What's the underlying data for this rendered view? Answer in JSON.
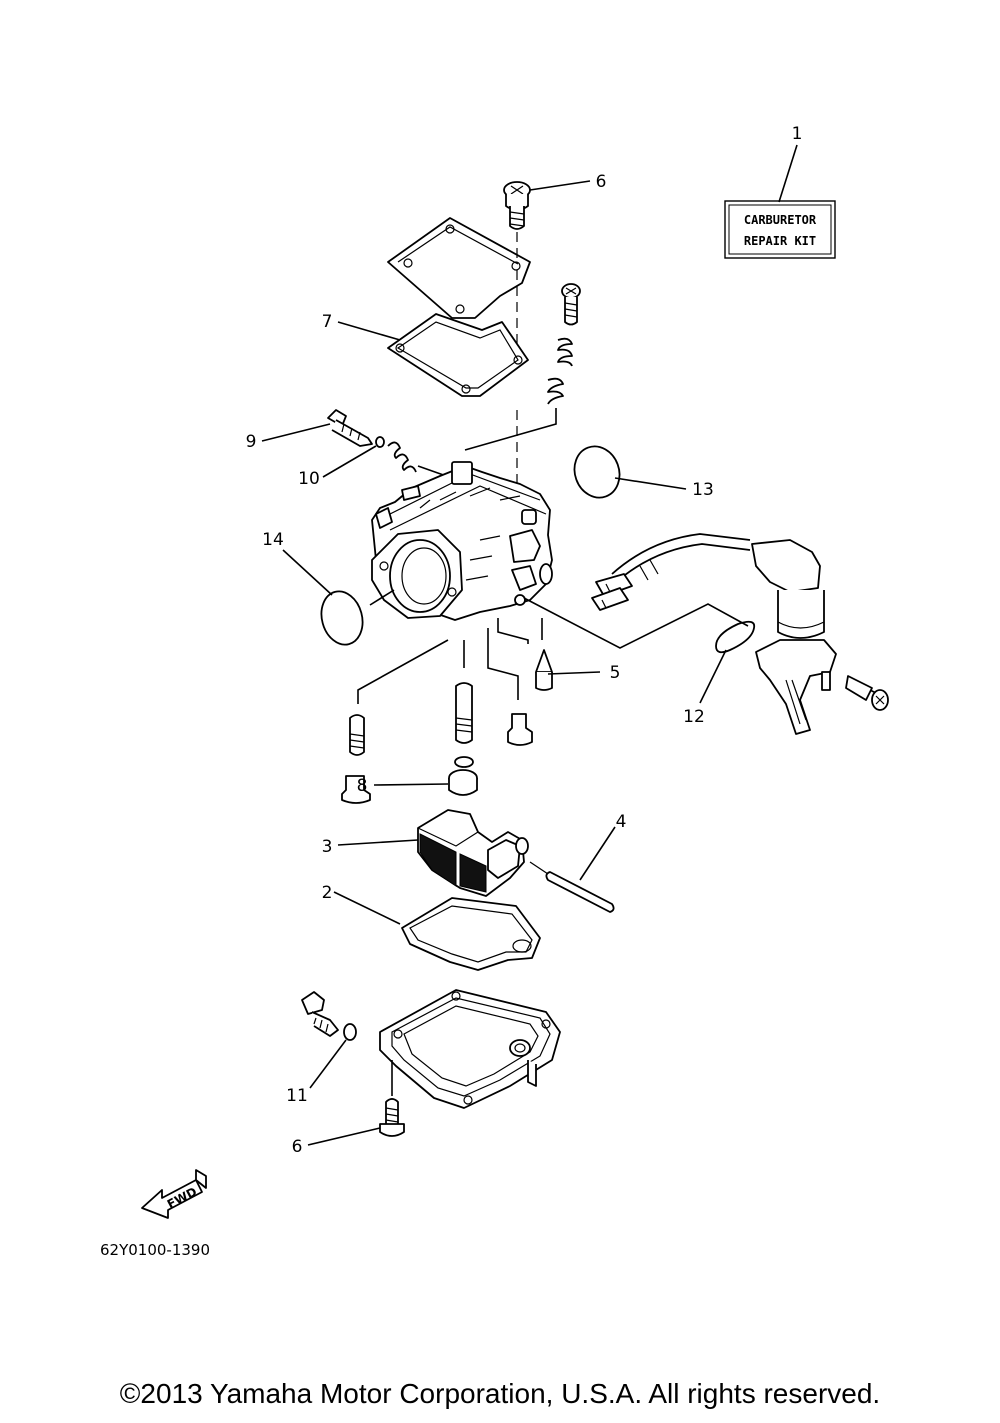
{
  "kit_label": {
    "line1": "CARBURETOR",
    "line2": "REPAIR KIT"
  },
  "callouts": [
    {
      "ref": "1"
    },
    {
      "ref": "6"
    },
    {
      "ref": "7"
    },
    {
      "ref": "9"
    },
    {
      "ref": "10"
    },
    {
      "ref": "13"
    },
    {
      "ref": "14"
    },
    {
      "ref": "5"
    },
    {
      "ref": "12"
    },
    {
      "ref": "8"
    },
    {
      "ref": "3"
    },
    {
      "ref": "4"
    },
    {
      "ref": "2"
    },
    {
      "ref": "11"
    },
    {
      "ref": "6"
    }
  ],
  "fwd_label": "FWD",
  "diagram_number": "62Y0100-1390",
  "copyright": "©2013 Yamaha Motor Corporation, U.S.A. All rights reserved."
}
